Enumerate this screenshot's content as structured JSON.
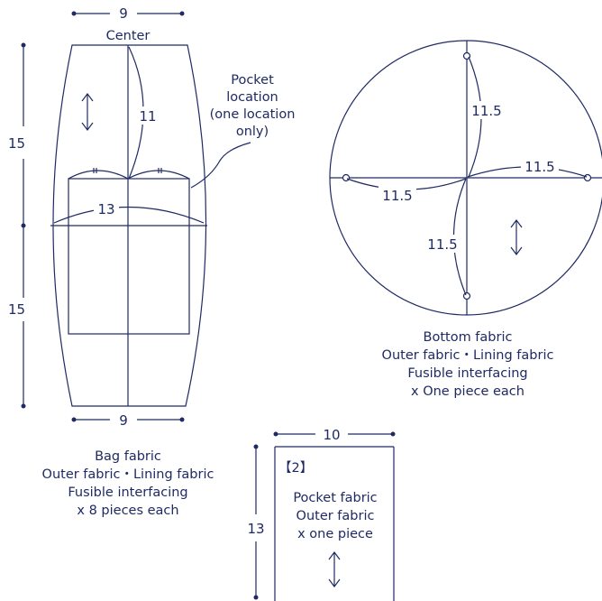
{
  "bag_piece": {
    "center_label": "Center",
    "top_width": "9",
    "bottom_width": "9",
    "upper_height": "15",
    "lower_height": "15",
    "center_length": "11",
    "pocket_width": "13",
    "pocket_location": [
      "Pocket",
      "location",
      "(one location",
      "only)"
    ],
    "caption": [
      "Bag fabric",
      "Outer fabric・Lining fabric",
      "Fusible interfacing",
      "x 8 pieces each"
    ]
  },
  "bottom_piece": {
    "radius_top": "11.5",
    "radius_right": "11.5",
    "radius_left": "11.5",
    "radius_bottom": "11.5",
    "caption": [
      "Bottom fabric",
      "Outer fabric・Lining fabric",
      "Fusible interfacing",
      "x One piece each"
    ]
  },
  "pocket_piece": {
    "number_label": "【2】",
    "width": "10",
    "height": "13",
    "caption": [
      "Pocket fabric",
      "Outer fabric",
      "x one piece"
    ]
  }
}
